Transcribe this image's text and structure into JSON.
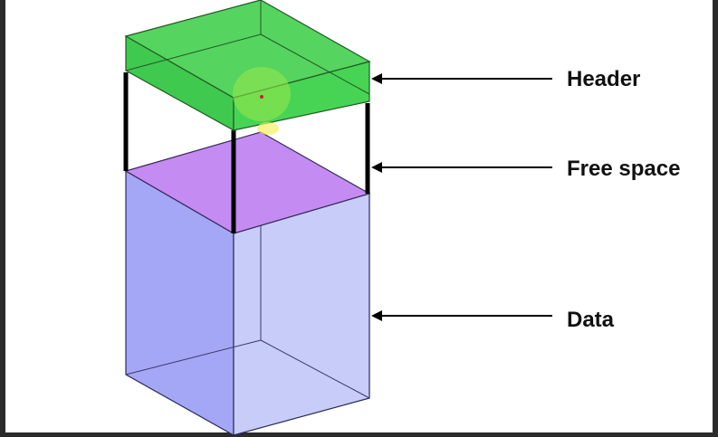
{
  "diagram": {
    "labels": {
      "header": "Header",
      "free_space": "Free space",
      "data": "Data"
    },
    "colors": {
      "header_fill": "#3fc94f",
      "header_top": "#55d45f",
      "free_space_fill": "#c48cf2",
      "data_front": "#c8ccf8",
      "data_side": "#a3a7f5",
      "edge": "#222222",
      "pillar": "#000000"
    }
  }
}
